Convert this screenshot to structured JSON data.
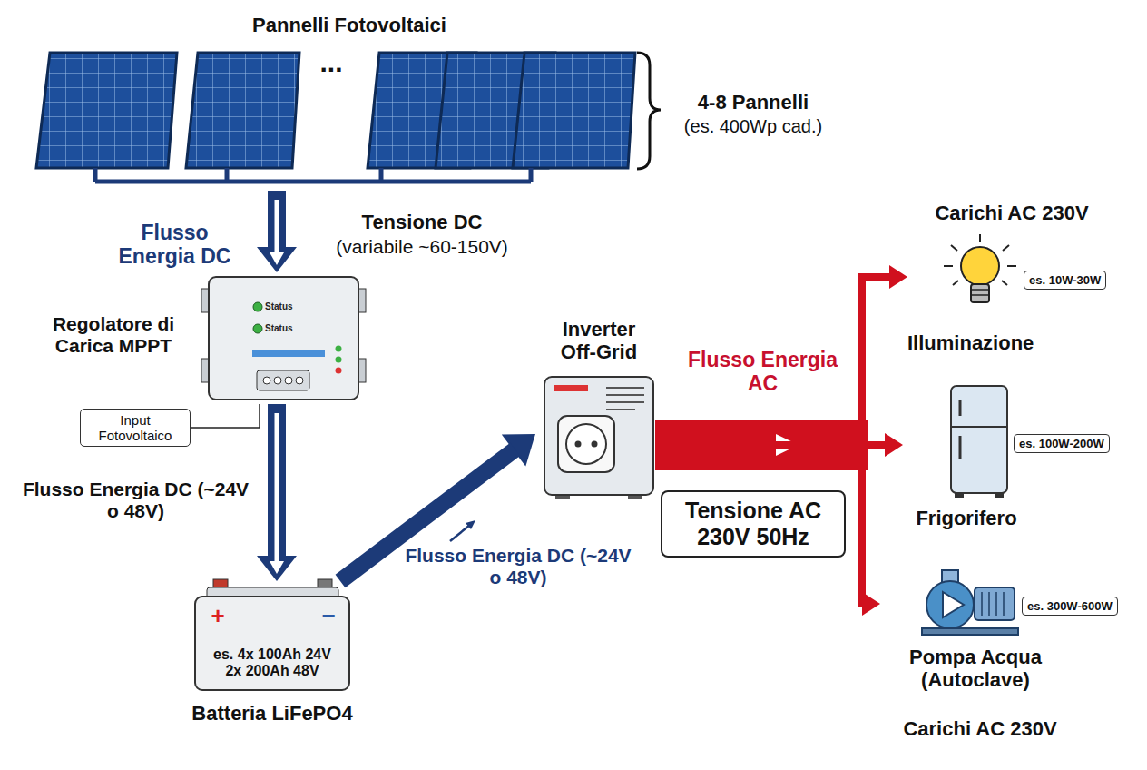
{
  "diagram": {
    "nodes": [
      {
        "text": [
          "Pannelli Fotovoltaici"
        ]
      },
      {
        "text": [
          "Regolatore di Carica MPPT",
          "Status",
          "Status"
        ]
      },
      {
        "text": [
          "Input Fotovoltaico"
        ]
      },
      {
        "text": [
          "+",
          "−",
          "es. 4x 100Ah 24V 2x 200Ah 48V",
          "Batteria LiFePO4"
        ]
      },
      {
        "text": [
          "Inverter Off-Grid"
        ]
      },
      {
        "text": [
          "Tensione AC 230V 50Hz"
        ]
      },
      {
        "text": [
          "Illuminazione"
        ]
      },
      {
        "text": [
          "es. 10W-30W"
        ]
      },
      {
        "text": [
          "Frigorifero"
        ]
      },
      {
        "text": [
          "es. 100W-200W"
        ]
      },
      {
        "text": [
          "Pompa Acqua (Autoclave)"
        ]
      },
      {
        "text": [
          "es. 300W-600W"
        ]
      }
    ],
    "edges": [
      {
        "from": 0,
        "to": 1,
        "arrow": "to",
        "label": "Flusso Energia DC"
      },
      {
        "from": 2,
        "to": 1,
        "arrow": "none"
      },
      {
        "from": 1,
        "to": 3,
        "arrow": "to",
        "label": "Flusso Energia DC (~24V o 48V)"
      },
      {
        "from": 3,
        "to": 4,
        "arrow": "to",
        "label": "Flusso Energia DC (~24V o 48V)"
      },
      {
        "from": 4,
        "to": 6,
        "arrow": "to"
      },
      {
        "from": 4,
        "to": 8,
        "arrow": "to",
        "label": "Flusso Energia AC"
      },
      {
        "from": 4,
        "to": 10,
        "arrow": "to"
      }
    ],
    "labels": [
      "...",
      "4-8 Pannelli",
      "(es. 400Wp cad.)",
      "Tensione DC",
      "(variabile ~60-150V)",
      "Carichi AC 230V",
      "Carichi AC 230V"
    ]
  }
}
